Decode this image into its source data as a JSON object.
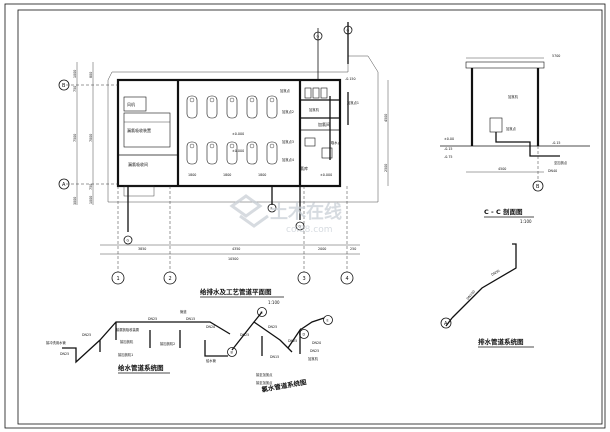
{
  "plan": {
    "title": "给排水及工艺管道平面图",
    "scale": "1:100",
    "axis_h": [
      "1",
      "2",
      "3",
      "4"
    ],
    "axis_v": [
      "B",
      "A"
    ],
    "dims_bottom_mid": [
      "3850",
      "4350",
      "2000",
      "250"
    ],
    "dim_total": "10500",
    "dims_left": [
      "1000",
      "750",
      "7500",
      "3000",
      "800",
      "7000",
      "750",
      "1000"
    ],
    "dims_right": [
      "4500",
      "2500"
    ],
    "rooms": [
      "风机",
      "漏氯吸收装置",
      "漏氯吸收间",
      "加氯间",
      "加氯机",
      "氯库"
    ],
    "room_details": [
      "1800",
      "1800",
      "1800"
    ],
    "levels": [
      "±0.000",
      "±0.000",
      "±0.000",
      "-0.150"
    ],
    "labels": [
      "加氯点",
      "加氯点1",
      "加氯点2",
      "加氯点3",
      "加氯点4",
      "取水点"
    ],
    "circles": [
      "G",
      "G",
      "G",
      "F",
      "G"
    ]
  },
  "section": {
    "title": "C - C 剖面图",
    "scale": "1:100",
    "dims": [
      "5700",
      "4500"
    ],
    "levels": [
      "±0.00",
      "-0.15",
      "-0.15",
      "-0.75"
    ],
    "labels": [
      "加氯机",
      "DN40",
      "至加氯点",
      "加氯点"
    ],
    "axis": "B"
  },
  "supply": {
    "title": "给水管道系统图",
    "labels": [
      "接冲洗用水管",
      "DN25",
      "DN25",
      "接漏氯吸收装置",
      "接加氯机",
      "接加氯机1",
      "接加氯机2",
      "DN15",
      "DN20",
      "管道",
      "DN25",
      "给水管"
    ]
  },
  "chlorine": {
    "title": "氯水管道系统图",
    "labels": [
      "接至加氯点",
      "DN25",
      "DN25",
      "接至加氯点",
      "DN25",
      "DN25",
      "DN15",
      "DN20",
      "加氯机"
    ],
    "circles": [
      "B",
      "C",
      "D",
      "E"
    ]
  },
  "drain": {
    "title": "排水管道系统图",
    "labels": [
      "DN100",
      "DN50"
    ],
    "circle": "A"
  },
  "watermark": {
    "brand": "土木在线",
    "url": "coi88.com"
  }
}
